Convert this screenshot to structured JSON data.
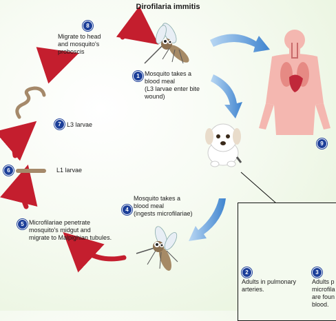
{
  "title": "Dirofilaria immitis",
  "colors": {
    "cycle_arrow": "#c41e2e",
    "transmission_arrow": "#5b9ad8",
    "badge": "#1c3f99",
    "human_silhouette": "#f4b7b0",
    "larvae": "#a5896a"
  },
  "stages": [
    {
      "number": "1",
      "text": "Mosquito takes a\nblood meal\n(L3 larvae enter bite\nwound)"
    },
    {
      "number": "2",
      "text": "Adults in pulmonary\narteries."
    },
    {
      "number": "3",
      "text": "Adults p\nmicrofila\nare foun\nblood."
    },
    {
      "number": "4",
      "text": "Mosquito takes a\nblood meal\n(ingests microfilariae)"
    },
    {
      "number": "5",
      "text": "Microfilariae penetrate\nmosquito's midgut and\nmigrate to Malpighian tubules."
    },
    {
      "number": "6",
      "text": "L1 larvae"
    },
    {
      "number": "7",
      "text": "L3 larvae"
    },
    {
      "number": "8",
      "text": "Migrate to head\nand mosquito's\nproboscis"
    },
    {
      "number": "9",
      "text": ""
    }
  ],
  "icons": [
    "mosquito-icon",
    "dog-icon",
    "human-icon",
    "heart-icon",
    "larva-icon"
  ]
}
